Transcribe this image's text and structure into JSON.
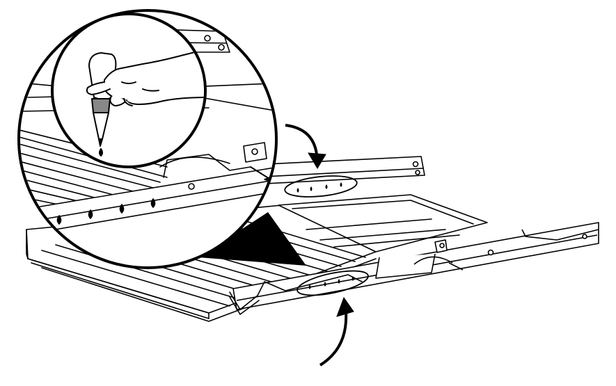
{
  "diagram": {
    "kind": "line-illustration",
    "subject": "oven-rack-slide-lubrication",
    "colors": {
      "ink": "#000000",
      "background": "#ffffff"
    },
    "parts": [
      {
        "name": "rack-grid-icon"
      },
      {
        "name": "left-slide-rail-icon"
      },
      {
        "name": "right-slide-rail-icon"
      },
      {
        "name": "oil-bottle-icon"
      },
      {
        "name": "hand-icon"
      },
      {
        "name": "magnifier-callout-circle"
      },
      {
        "name": "oil-drop-icon"
      },
      {
        "name": "curved-arrow-icon"
      }
    ],
    "oil_points": {
      "back_rail": 4,
      "front_rail": 4,
      "magnified_rail": 5
    }
  }
}
